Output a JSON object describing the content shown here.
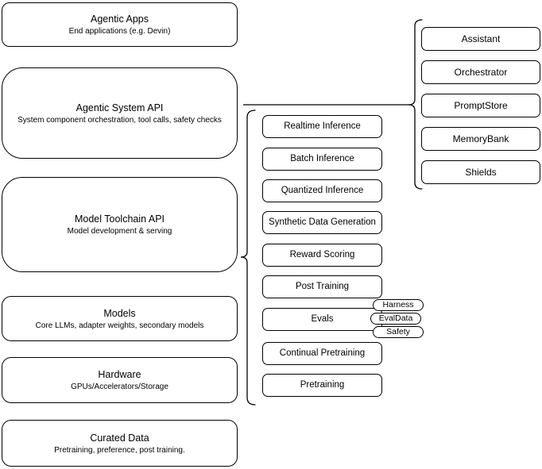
{
  "stack": {
    "layers": [
      {
        "title": "Agentic Apps",
        "subtitle": "End applications (e.g. Devin)"
      },
      {
        "title": "Agentic System API",
        "subtitle": "System component orchestration, tool calls, safety checks"
      },
      {
        "title": "Model Toolchain API",
        "subtitle": "Model development & serving"
      },
      {
        "title": "Models",
        "subtitle": "Core LLMs, adapter weights, secondary models"
      },
      {
        "title": "Hardware",
        "subtitle": "GPUs/Accelerators/Storage"
      },
      {
        "title": "Curated Data",
        "subtitle": "Pretraining, preference, post training."
      }
    ]
  },
  "toolchain": {
    "items": [
      "Realtime Inference",
      "Batch Inference",
      "Quantized Inference",
      "Synthetic Data Generation",
      "Reward Scoring",
      "Post Training",
      "Evals",
      "Continual Pretraining",
      "Pretraining"
    ]
  },
  "evals": {
    "tags": [
      "Harness",
      "EvalData",
      "Safety"
    ]
  },
  "system": {
    "components": [
      "Assistant",
      "Orchestrator",
      "PromptStore",
      "MemoryBank",
      "Shields"
    ]
  },
  "colors": {
    "stroke": "#000000",
    "fill": "#ffffff",
    "background": "#ffffff"
  }
}
